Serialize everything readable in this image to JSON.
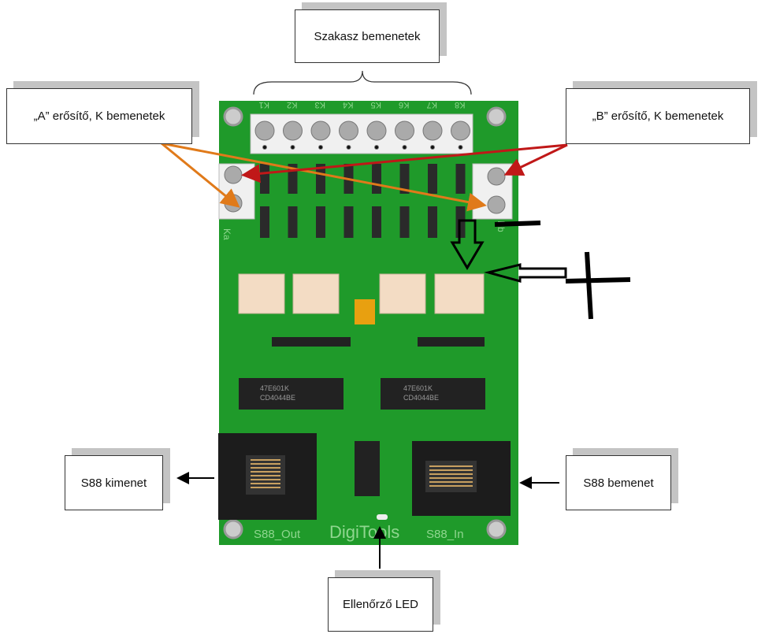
{
  "labels": {
    "szakasz": "Szakasz bemenetek",
    "a_amp": "„A” erősítő,  K bemenetek",
    "b_amp": "„B” erősítő,  K bemenetek",
    "s88_out": "S88 kimenet",
    "s88_in": "S88 bemenet",
    "led": "Ellenőrző LED"
  },
  "board": {
    "terminals": [
      "K1",
      "K2",
      "K3",
      "K4",
      "K5",
      "K6",
      "K7",
      "K8"
    ],
    "ka": "Ka",
    "kb": "Kb",
    "s88_out_silk": "S88_Out",
    "brand": "DigiTools",
    "s88_in_silk": "S88_In",
    "chip_line1": "47E601K",
    "chip_line2": "CD4044BE"
  },
  "colors": {
    "board": "#1f9a2a",
    "orange_arrow": "#e07a1a",
    "red_arrow": "#c01818",
    "shadow": "#c4c4c4"
  }
}
